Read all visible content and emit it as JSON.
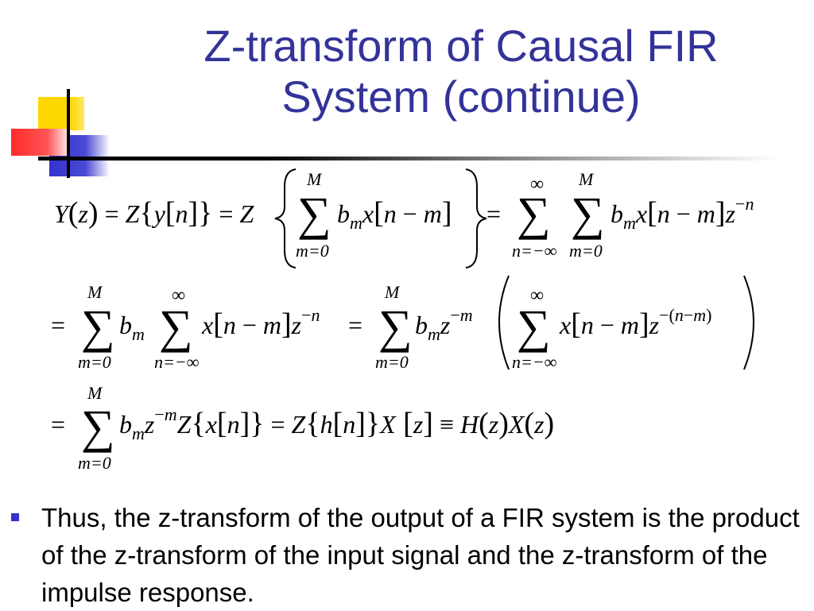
{
  "slide": {
    "title_line1": "Z-transform of Causal FIR",
    "title_line2": "System (continue)",
    "bullet": "Thus, the z-transform of the output of a FIR system is the product of the z-transform of the input signal and the z-transform of the impulse response."
  },
  "equations": {
    "line1": {
      "lhs": "Y(z) = Z{y[n]} = Z",
      "sum1_upper": "M",
      "sum1_lower": "m=0",
      "sum1_term": "b_m x[n−m]",
      "eq": "=",
      "sum2_upper": "∞",
      "sum2_lower": "n=−∞",
      "sum3_upper": "M",
      "sum3_lower": "m=0",
      "tail": "b_m x[n−m] z^−n"
    },
    "line2": {
      "lead": "=",
      "sumA_upper": "M",
      "sumA_lower": "m=0",
      "sumB_upper": "∞",
      "sumB_lower": "n=−∞",
      "eq": "=",
      "sumC_upper": "M",
      "sumC_lower": "m=0",
      "sumD_upper": "∞",
      "sumD_lower": "n=−∞"
    },
    "line3": {
      "lead": "=",
      "sum_upper": "M",
      "sum_lower": "m=0",
      "rest": "b_m z^−m Z{x[n]} = Z{h[n]} X[z] ≡ H(z)X(z)"
    }
  },
  "colors": {
    "title": "#333399",
    "bullet": "#3333cc",
    "deco_yellow": "#ffd700",
    "deco_blue": "#3333cc",
    "deco_red": "#ff3333"
  }
}
